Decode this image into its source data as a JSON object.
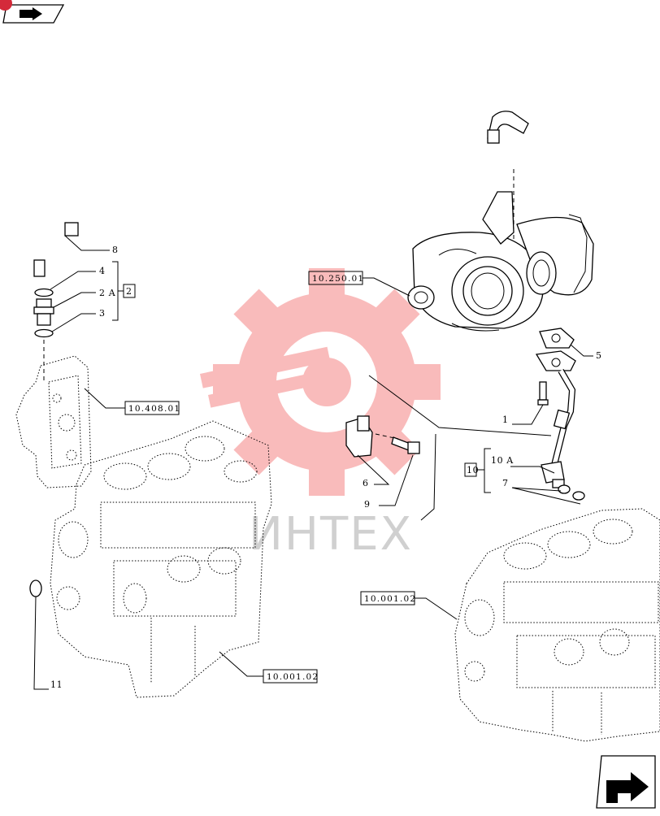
{
  "nav": {
    "top_icon": "book-arrow-icon",
    "bottom_icon": "next-page-arrow-icon"
  },
  "watermark": {
    "text": "ИНТЕХ",
    "gear_color": "#f26b6b"
  },
  "callouts": {
    "c1": "1",
    "c2": "2",
    "c2a": "2 A",
    "c3": "3",
    "c4": "4",
    "c5": "5",
    "c6": "6",
    "c7": "7",
    "c8": "8",
    "c9": "9",
    "c10": "10",
    "c10a": "10 A",
    "c11": "11"
  },
  "references": {
    "turbo": "10.250.01",
    "filter": "10.408.01",
    "block_left": "10.001.02",
    "block_right": "10.001.02"
  }
}
